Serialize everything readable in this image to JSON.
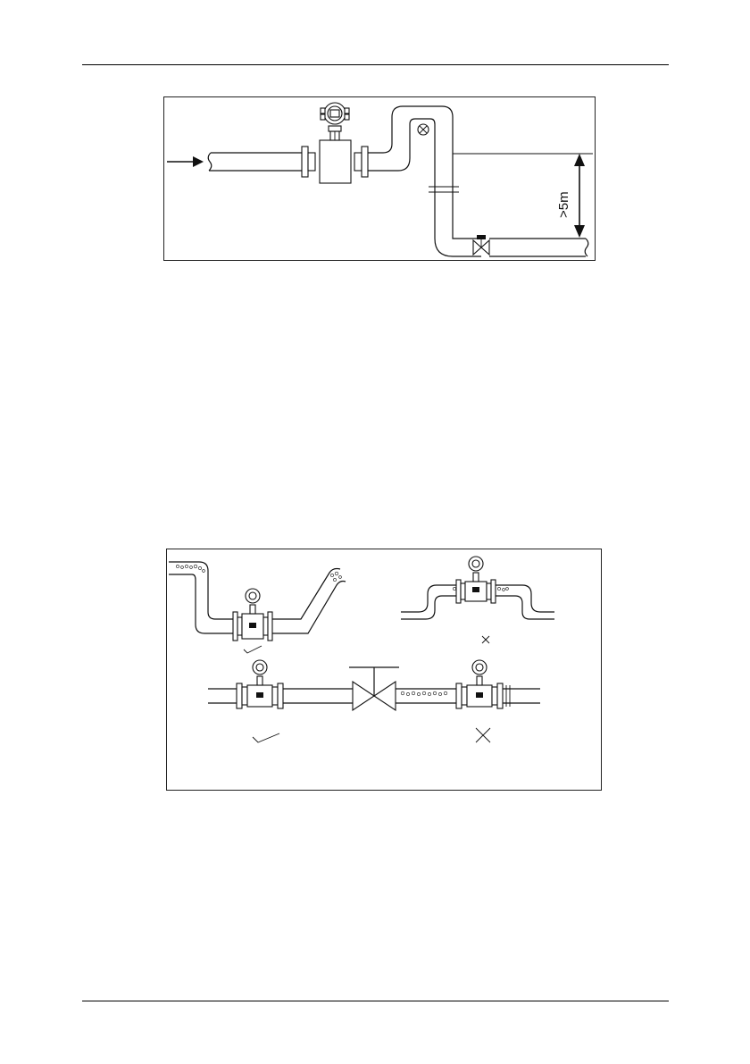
{
  "figure1": {
    "height_label": ">5m",
    "icons": {
      "flow_direction": "arrow-right-icon",
      "meter": "electromagnetic-flowmeter-icon",
      "air_valve": "air-release-valve-icon",
      "valve": "gate-valve-icon"
    }
  },
  "figure2": {
    "panels": [
      {
        "id": "low-point",
        "mark": "check",
        "valid": true
      },
      {
        "id": "high-point",
        "mark": "cross",
        "valid": false
      },
      {
        "id": "upstream-of-valve",
        "mark": "check",
        "valid": true
      },
      {
        "id": "downstream-of-valve",
        "mark": "cross",
        "valid": false
      }
    ],
    "icons": {
      "check": "check-mark-icon",
      "cross": "cross-mark-icon"
    }
  }
}
